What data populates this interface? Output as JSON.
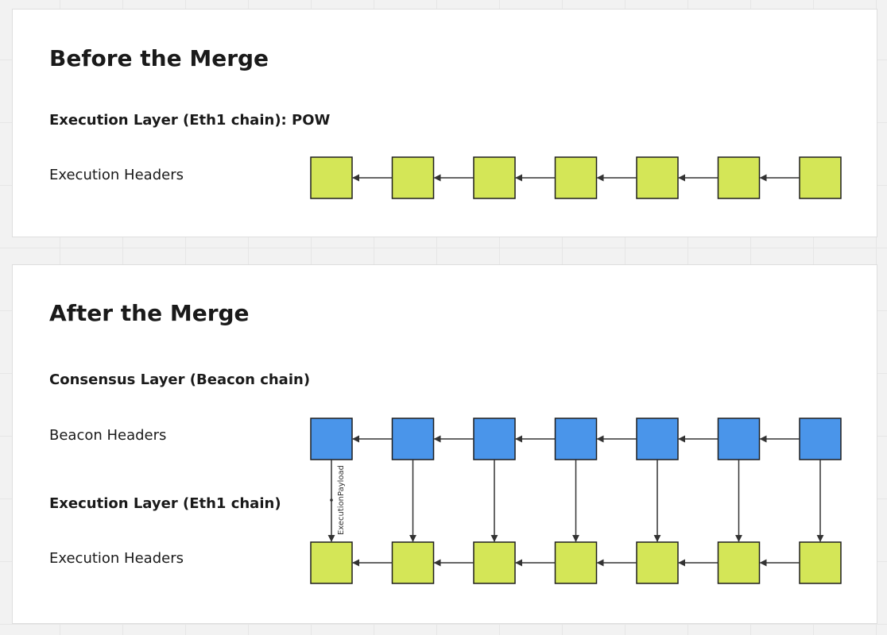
{
  "before": {
    "title": "Before the Merge",
    "layer_label": "Execution Layer (Eth1 chain): POW",
    "row_label": "Execution Headers",
    "block_count": 7,
    "block_color": "#d4e657"
  },
  "after": {
    "title": "After the Merge",
    "consensus_label": "Consensus Layer (Beacon chain)",
    "beacon_row_label": "Beacon Headers",
    "execution_layer_label": "Execution Layer (Eth1 chain)",
    "execution_row_label": "Execution Headers",
    "payload_label": "ExecutionPayload",
    "block_count": 7,
    "beacon_color": "#4a95ea",
    "execution_color": "#d4e657"
  },
  "colors": {
    "background": "#f2f2f2",
    "panel": "#ffffff",
    "text": "#1a1a1a",
    "edge": "#333333"
  }
}
